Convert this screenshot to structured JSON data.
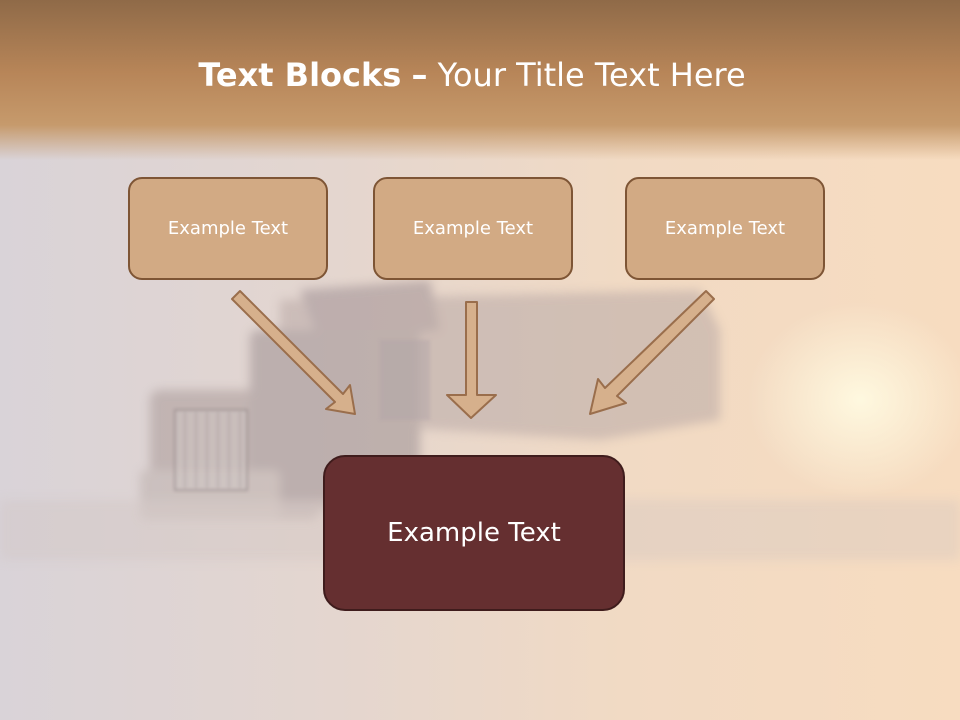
{
  "slide": {
    "title_bold": "Text Blocks",
    "title_dash": "–",
    "title_rest": "Your Title Text Here"
  },
  "diagram": {
    "top_boxes": [
      {
        "label": "Example Text"
      },
      {
        "label": "Example Text"
      },
      {
        "label": "Example Text"
      }
    ],
    "bottom_box": {
      "label": "Example Text"
    }
  },
  "colors": {
    "header_band": "#b78558",
    "small_box_fill": "#d2aa84",
    "small_box_border": "#7e5535",
    "large_box_fill": "#652f30",
    "arrow_fill": "#d6b08c",
    "arrow_stroke": "#9a6e4c"
  }
}
